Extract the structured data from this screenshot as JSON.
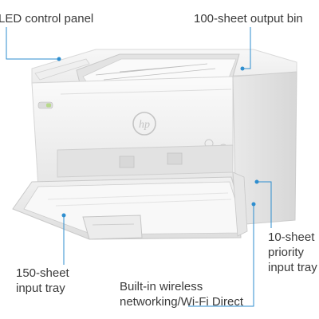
{
  "callouts": {
    "led_control_panel": "LED control panel",
    "output_bin": "100-sheet output bin",
    "input_tray": [
      "150-sheet",
      "input tray"
    ],
    "wireless": [
      "Built-in wireless",
      "networking/Wi-Fi Direct"
    ],
    "priority_tray": [
      "10-sheet",
      "priority",
      "input tray"
    ]
  },
  "printer": {
    "logo_text": "hp"
  },
  "colors": {
    "leader_line": "#2e8ecf",
    "dot": "#2e8ecf",
    "printer_body": "#f3f3f3",
    "printer_shadow": "#d4d4d4",
    "led_green": "#b7d98b"
  }
}
